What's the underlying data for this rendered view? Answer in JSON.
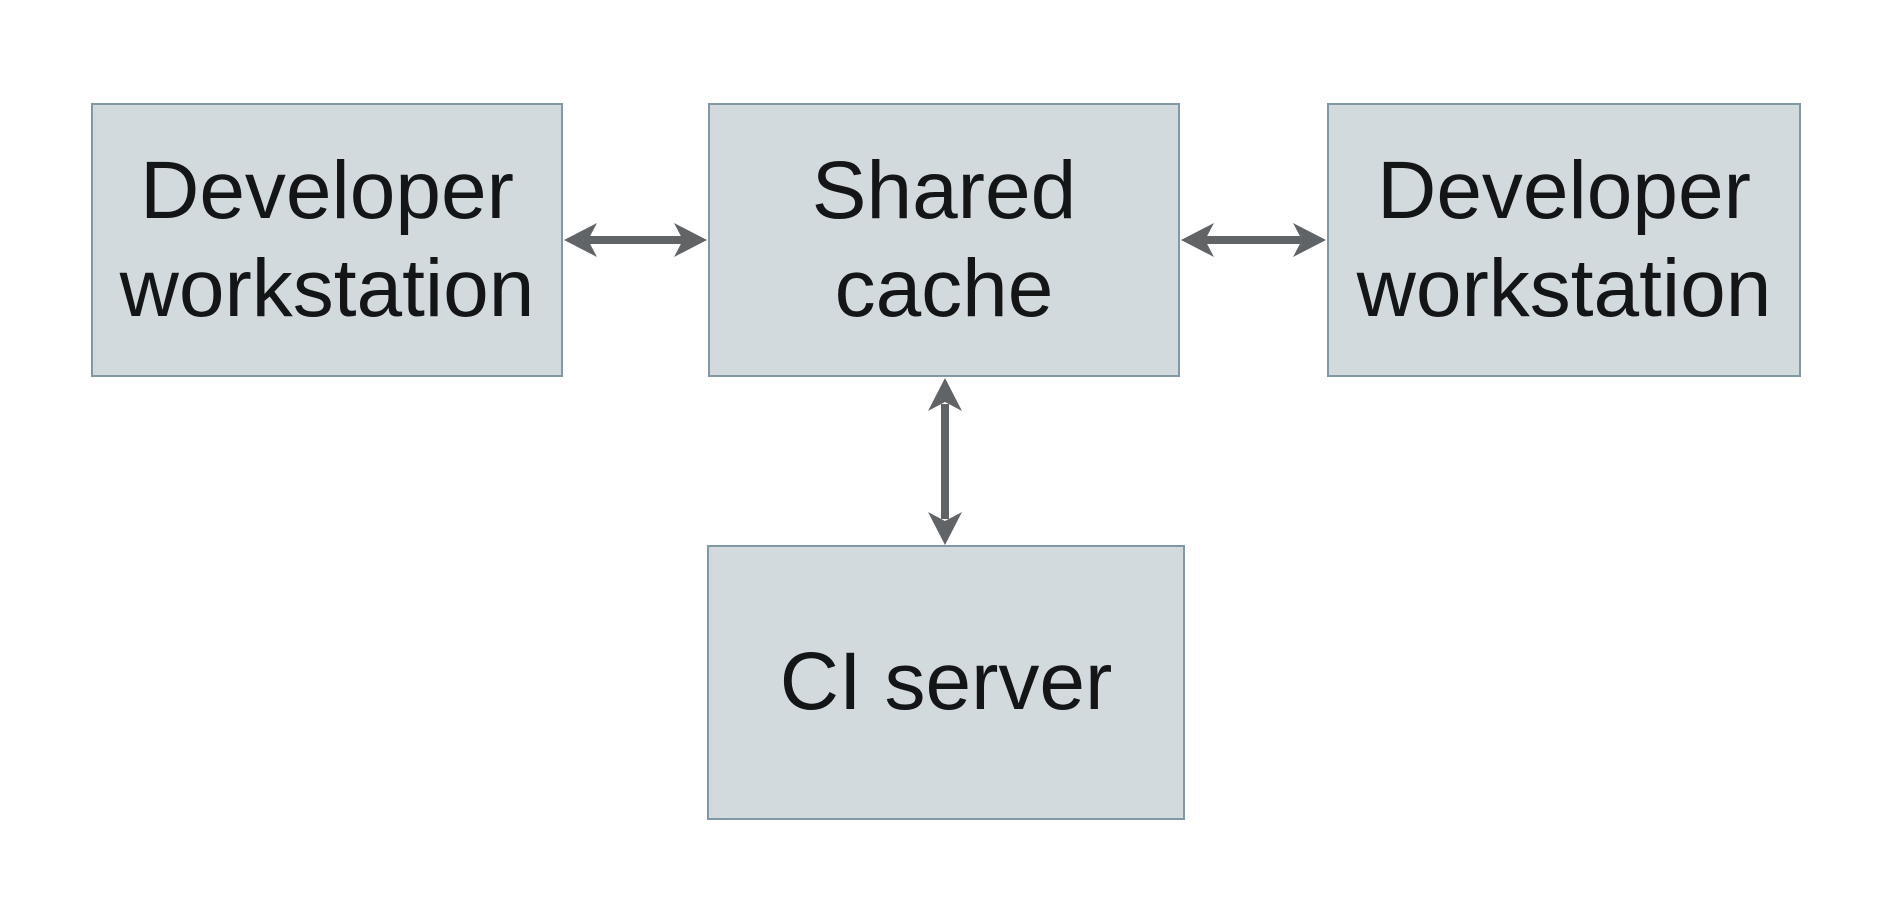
{
  "colors": {
    "background": "#ffffff",
    "node_fill": "#d3dade",
    "node_border": "#8099a4",
    "node_text": "#131517",
    "arrow": "#616467"
  },
  "diagram": {
    "type": "architecture-diagram",
    "nodes": [
      {
        "id": "developer-workstation-left",
        "label": "Developer workstation",
        "lines": [
          "Developer",
          "workstation"
        ]
      },
      {
        "id": "shared-cache",
        "label": "Shared cache",
        "lines": [
          "Shared",
          "cache"
        ]
      },
      {
        "id": "developer-workstation-right",
        "label": "Developer workstation",
        "lines": [
          "Developer",
          "workstation"
        ]
      },
      {
        "id": "ci-server",
        "label": "CI server",
        "lines": [
          "CI server"
        ]
      }
    ],
    "edges": [
      {
        "from": "developer-workstation-left",
        "to": "shared-cache",
        "direction": "bidirectional",
        "orientation": "horizontal"
      },
      {
        "from": "shared-cache",
        "to": "developer-workstation-right",
        "direction": "bidirectional",
        "orientation": "horizontal"
      },
      {
        "from": "shared-cache",
        "to": "ci-server",
        "direction": "bidirectional",
        "orientation": "vertical"
      }
    ]
  }
}
